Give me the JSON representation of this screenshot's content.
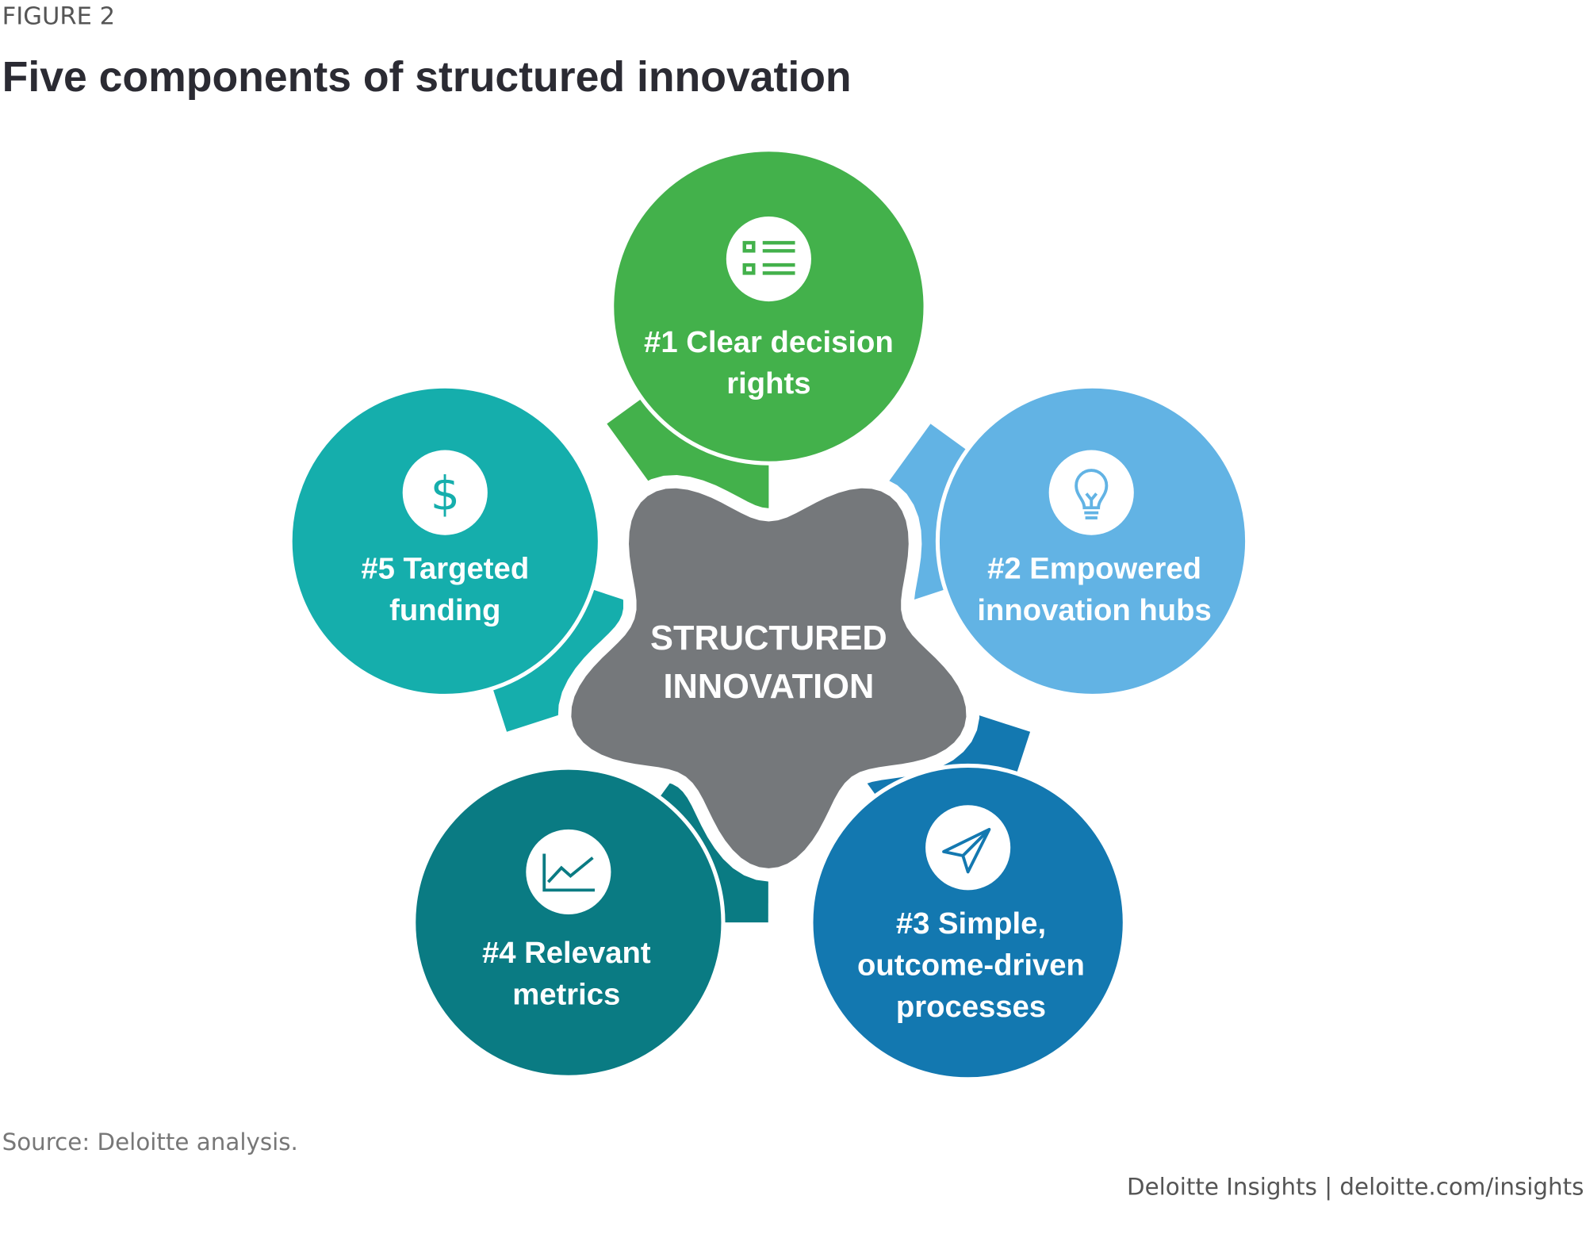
{
  "header": {
    "figure_label": "FIGURE 2",
    "title": "Five components of structured innovation"
  },
  "center": {
    "line1": "STRUCTURED",
    "line2": "INNOVATION",
    "color": "#75787b"
  },
  "components": [
    {
      "line1": "#1 Clear decision",
      "line2": "rights",
      "icon": "checklist-icon",
      "color": "#43b14b"
    },
    {
      "line1": "#2 Empowered",
      "line2": "innovation hubs",
      "icon": "lightbulb-icon",
      "color": "#62b3e4"
    },
    {
      "line1": "#3 Simple,",
      "line2": "outcome-driven",
      "line3": "processes",
      "icon": "paper-plane-icon",
      "color": "#1378b0"
    },
    {
      "line1": "#4 Relevant",
      "line2": "metrics",
      "icon": "line-chart-icon",
      "color": "#0a7b83"
    },
    {
      "line1": "#5 Targeted",
      "line2": "funding",
      "icon": "dollar-icon",
      "color": "#15aeac"
    }
  ],
  "footer": {
    "source": "Source: Deloitte analysis.",
    "credit": "Deloitte Insights | deloitte.com/insights"
  }
}
